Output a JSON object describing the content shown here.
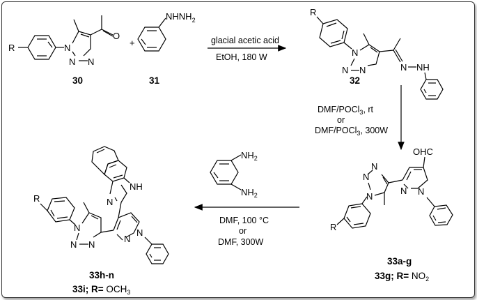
{
  "labels": {
    "c30": "30",
    "c31": "31",
    "c32": "32",
    "c33ag": "33a-g",
    "c33g_prefix": "33g; R=",
    "c33g_sub": "NO",
    "c33g_sub_idx": "2",
    "c33hn": "33h-n",
    "c33i_prefix": "33i; R=",
    "c33i_sub": "OCH",
    "c33i_sub_idx": "3"
  },
  "atoms": {
    "R": "R",
    "N": "N",
    "NH": "NH",
    "H": "H",
    "O": "O",
    "OHC": "OHC",
    "plus": "+",
    "NHNH2": "NHNH",
    "sub2": "2"
  },
  "conditions": {
    "step1_top": "glacial acetic acid",
    "step1_bottom": "EtOH, 180 W",
    "step2_line1": "DMF/POCl",
    "step2_line1_rest": ", rt",
    "step2_or": "or",
    "step2_line3": "DMF/POCl",
    "step2_line3_rest": ", 300W",
    "step2_sub": "3",
    "step3_line1": "DMF,  100 °C",
    "step3_or": "or",
    "step3_line3": "DMF,  300W"
  }
}
